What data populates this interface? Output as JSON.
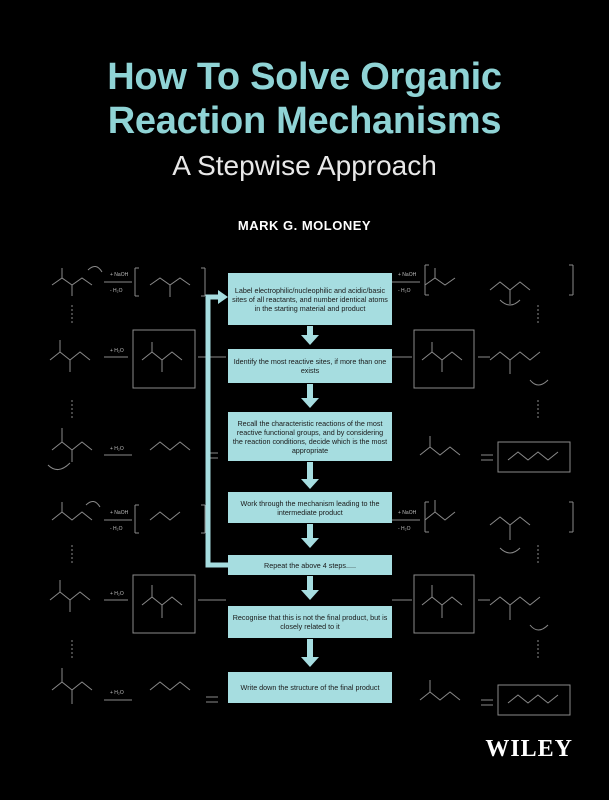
{
  "cover": {
    "title_line1": "How To Solve Organic",
    "title_line2": "Reaction Mechanisms",
    "subtitle": "A Stepwise Approach",
    "author": "MARK G. MOLONEY",
    "publisher": "WILEY"
  },
  "flowchart": {
    "steps": [
      "Label electrophilic/nucleophilic and acidic/basic sites of all reactants, and number identical atoms in the starting material and product",
      "Identify the most reactive sites, if more than one exists",
      "Recall the characteristic reactions of the most reactive functional groups, and by considering the reaction conditions, decide which is the most appropriate",
      "Work through the mechanism leading to the intermediate product",
      "Repeat the above 4 steps.....",
      "Recognise that this is not the final product, but is closely related to it",
      "Write down the structure of the final product"
    ],
    "reagent_labels": {
      "naoh": "+ NaOH",
      "minus_h2o": "- H₂O",
      "plus_h2o": "+ H₂O"
    }
  },
  "colors": {
    "background": "#000000",
    "title": "#8fd3d5",
    "step_box": "#a6dde0",
    "arrow": "#a6dde0",
    "structure_lines": "#8a8a8a"
  }
}
